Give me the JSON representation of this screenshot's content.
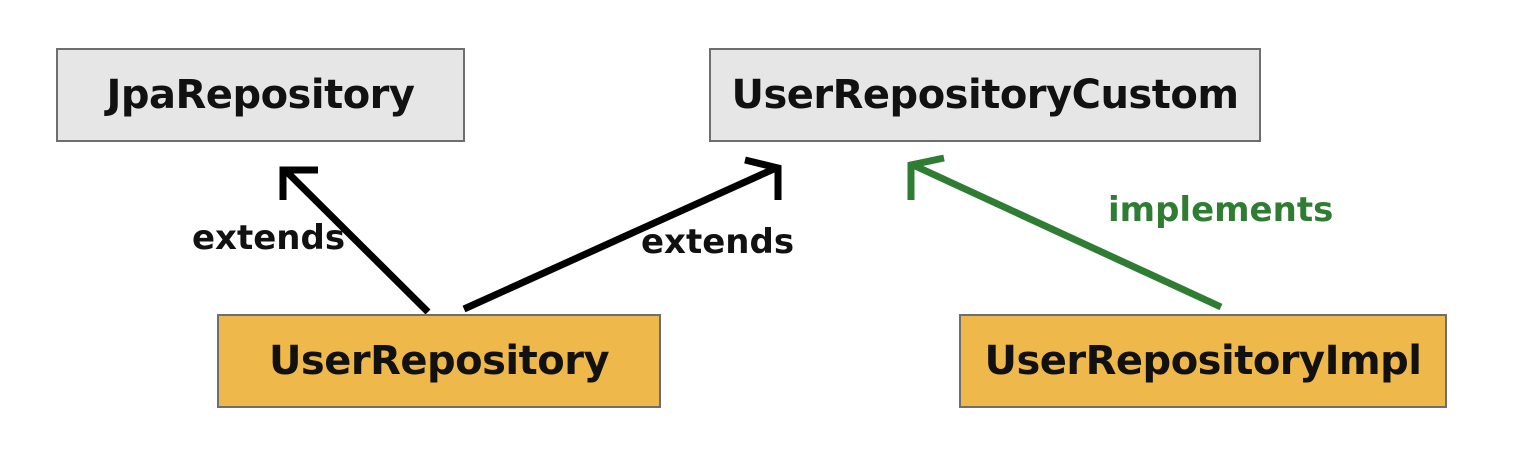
{
  "nodes": {
    "jpa_repository": "JpaRepository",
    "user_repository_custom": "UserRepositoryCustom",
    "user_repository": "UserRepository",
    "user_repository_impl": "UserRepositoryImpl"
  },
  "edges": {
    "user_to_jpa": "extends",
    "user_to_custom": "extends",
    "impl_to_custom": "implements"
  },
  "colors": {
    "gray_box": "#e6e6e6",
    "orange_box": "#efb84a",
    "extends_arrow": "#000000",
    "implements_arrow": "#2e7d32"
  }
}
